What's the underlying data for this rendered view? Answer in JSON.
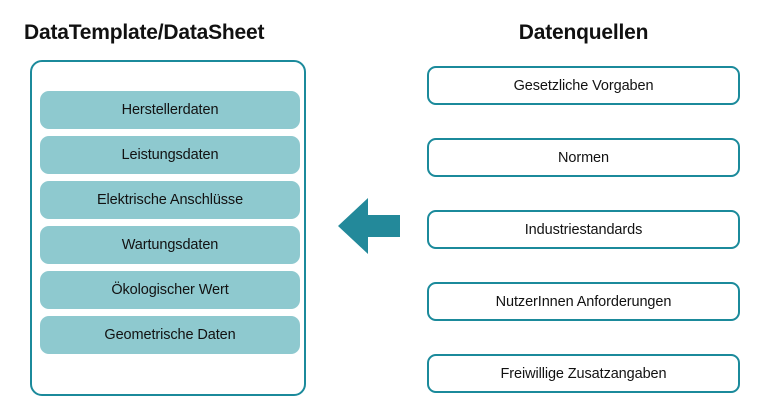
{
  "colors": {
    "accent_border": "#1b8a9b",
    "item_fill": "#8ec9cf",
    "arrow_fill": "#23899a",
    "text": "#121212",
    "background": "#ffffff"
  },
  "left_column": {
    "title": "DataTemplate/DataSheet",
    "items": [
      {
        "label": "Herstellerdaten"
      },
      {
        "label": "Leistungsdaten"
      },
      {
        "label": "Elektrische Anschlüsse"
      },
      {
        "label": "Wartungsdaten"
      },
      {
        "label": "Ökologischer Wert"
      },
      {
        "label": "Geometrische Daten"
      }
    ]
  },
  "arrow": {
    "icon": "arrow-left-icon",
    "direction": "left",
    "meaning": "Datenquellen fließen in DataTemplate/DataSheet"
  },
  "right_column": {
    "title": "Datenquellen",
    "items": [
      {
        "label": "Gesetzliche Vorgaben"
      },
      {
        "label": "Normen"
      },
      {
        "label": "Industriestandards"
      },
      {
        "label": "NutzerInnen Anforderungen"
      },
      {
        "label": "Freiwillige Zusatzangaben"
      }
    ]
  }
}
